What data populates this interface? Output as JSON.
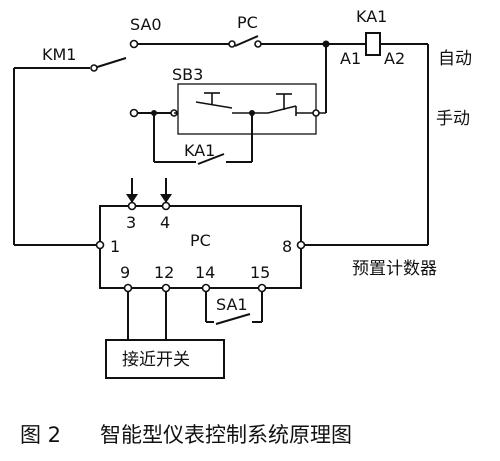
{
  "labels": {
    "sa0": "SA0",
    "pc_contact": "PC",
    "ka1_coil": "KA1",
    "a1": "A1",
    "a2": "A2",
    "km1": "KM1",
    "sb3": "SB3",
    "ka1_contact": "KA1",
    "auto": "自动",
    "manual": "手动",
    "pin3": "3",
    "pin4": "4",
    "pc_block": "PC",
    "pin1": "1",
    "pin8": "8",
    "pin9": "9",
    "pin12": "12",
    "pin14": "14",
    "pin15": "15",
    "sa1": "SA1",
    "counter": "预置计数器",
    "proximity_switch": "接近开关"
  },
  "caption": {
    "number": "图 2",
    "title": "智能型仪表控制系统原理图"
  }
}
